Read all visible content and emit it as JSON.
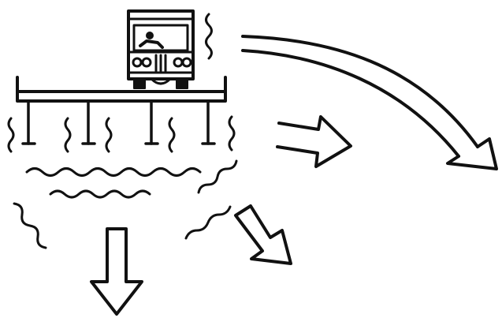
{
  "figure": {
    "ink_color": "#111111",
    "background_color": "#ffffff",
    "elements": [
      "truck-icon",
      "viaduct-deck",
      "pier-columns",
      "ground-vibration-waves",
      "arrow-down-icon",
      "arrow-down-right-icon",
      "arrow-right-icon",
      "curved-arrow-icon"
    ]
  }
}
